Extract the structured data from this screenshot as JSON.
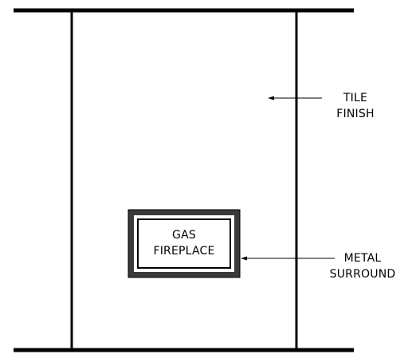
{
  "labels": {
    "tile_line1": "TILE",
    "tile_line2": "FINISH",
    "fireplace_line1": "GAS",
    "fireplace_line2": "FIREPLACE",
    "metal_line1": "METAL",
    "metal_line2": "SURROUND"
  },
  "colors": {
    "line": "#000000",
    "surround_band": "#3a3a3a",
    "background": "#ffffff"
  }
}
